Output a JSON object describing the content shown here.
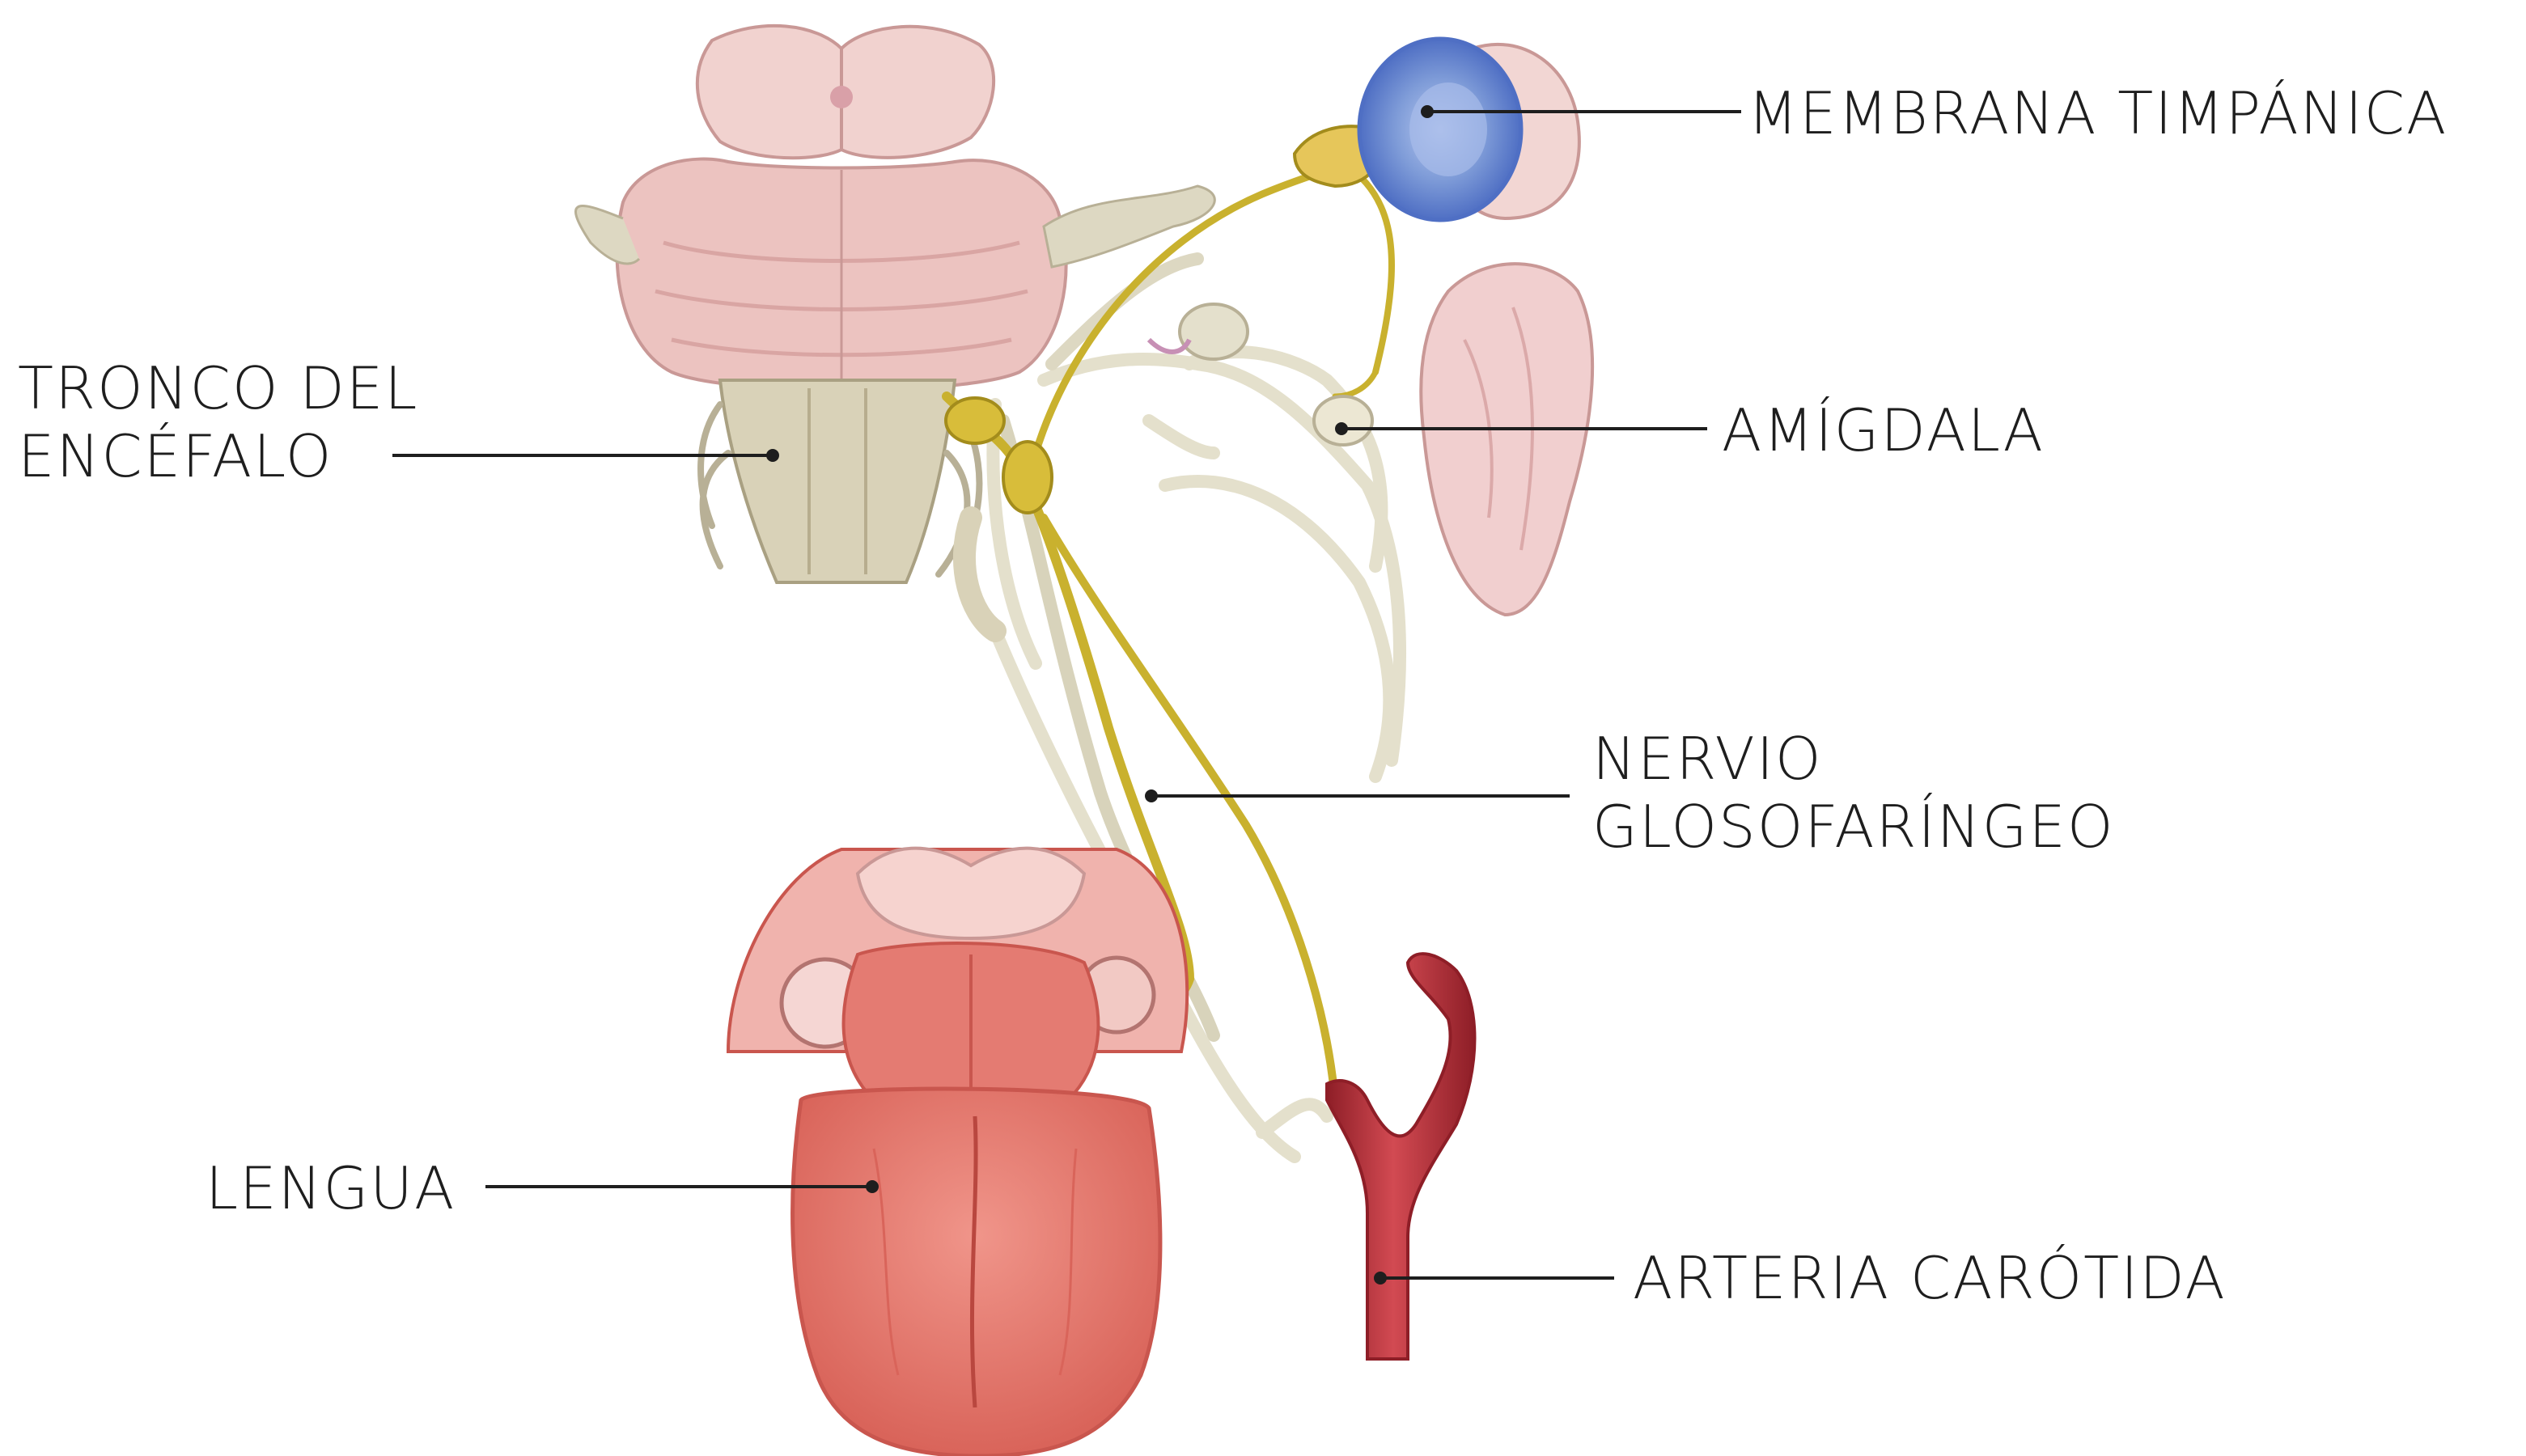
{
  "labels": {
    "membrana": [
      "MEMBRANA TIMPÁNICA"
    ],
    "tronco": [
      "TRONCO DEL",
      "ENCÉFALO"
    ],
    "amigdala": [
      "AMÍGDALA"
    ],
    "nervio": [
      "NERVIO",
      "GLOSOFARÍNGEO"
    ],
    "lengua": [
      "LENGUA"
    ],
    "arteria": [
      "ARTERIA CARÓTIDA"
    ]
  },
  "colors": {
    "nerve": "#c9b12e",
    "nerve_dark": "#a38c1c",
    "secondary_nerve": "#e4e0cc",
    "brainstem": "#ecc3c0",
    "brainstem_dark": "#c99896",
    "medulla": "#d9d2b8",
    "tongue": "#e88378",
    "tongue_dark": "#c9564e",
    "artery": "#c2363f",
    "artery_dark": "#8e1e27",
    "tympanic": "#7f9cd8",
    "tympanic_rim": "#4f6fc4",
    "tonsil": "#f1cfcf",
    "leader_line": "#1e1e1e"
  }
}
